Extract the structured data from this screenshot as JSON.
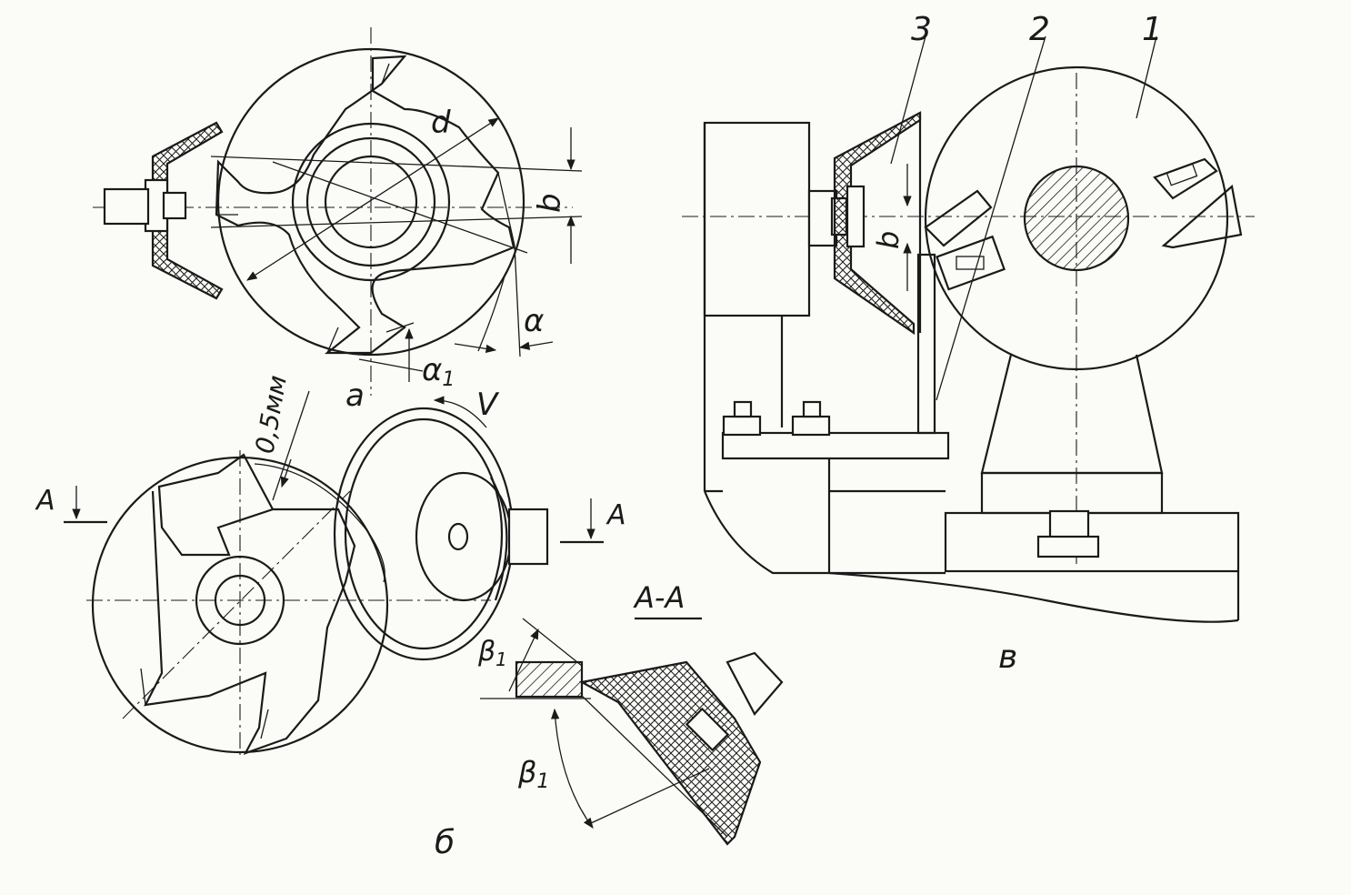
{
  "labels": {
    "d": "d",
    "b_left": "b",
    "alpha": "α",
    "a": "a",
    "alpha1": "α",
    "alpha1_sub": "1",
    "V": "V",
    "mm": "0,5мм",
    "A_left": "A",
    "A_right": "A",
    "section": "A-A",
    "beta_top": "β",
    "beta_top_sub": "1",
    "beta_bottom": "β",
    "beta_bottom_sub": "1",
    "b_view": "б",
    "v_view": "в",
    "num3": "3",
    "num2": "2",
    "num1": "1",
    "b_right": "b"
  },
  "colors": {
    "ink": "#1a1a1a",
    "paper": "#fbfbf8"
  }
}
